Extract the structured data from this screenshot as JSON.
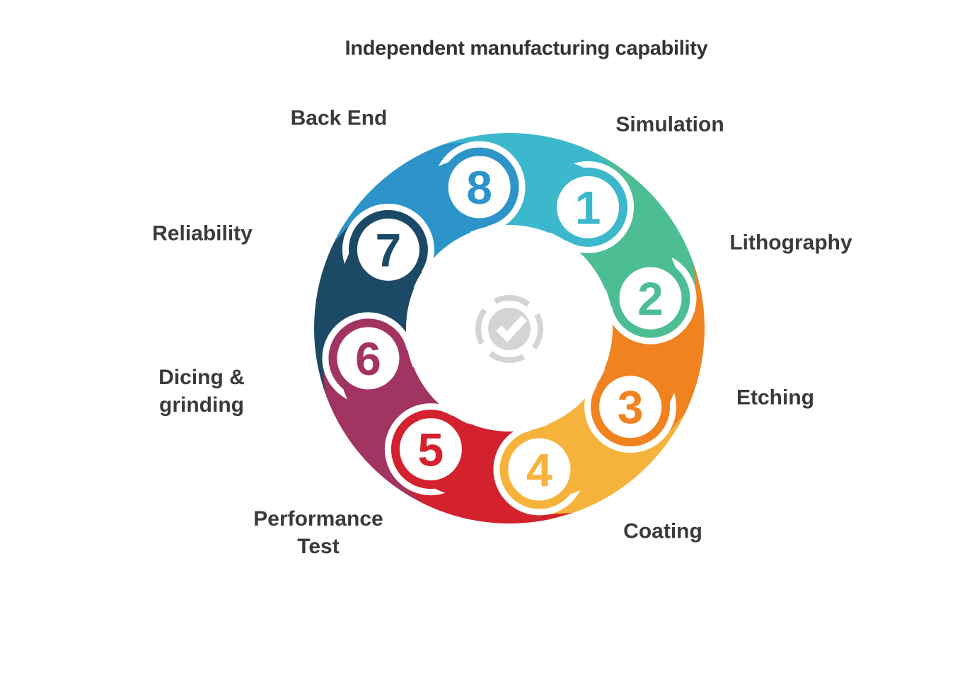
{
  "page": {
    "background": "#ffffff"
  },
  "title": {
    "text": "Independent manufacturing capability",
    "color": "#333333"
  },
  "diagram": {
    "type": "circular-process-ring",
    "steps": 8,
    "direction": "clockwise",
    "label_color": "#3a3a3a",
    "number_circle_fill": "#ffffff",
    "center_icon": {
      "name": "check-badge-icon",
      "color": "#d4d4d4",
      "check_color": "#ffffff"
    },
    "segments": [
      {
        "num": "1",
        "label": "Simulation",
        "color": "#3cb8cd"
      },
      {
        "num": "2",
        "label": "Lithography",
        "color": "#4dbd94"
      },
      {
        "num": "3",
        "label": "Etching",
        "color": "#f08220"
      },
      {
        "num": "4",
        "label": "Coating",
        "color": "#f6b33c"
      },
      {
        "num": "5",
        "label": "Performance\nTest",
        "color": "#d3212e"
      },
      {
        "num": "6",
        "label": "Dicing &\ngrinding",
        "color": "#a23461"
      },
      {
        "num": "7",
        "label": "Reliability",
        "color": "#1c4a66"
      },
      {
        "num": "8",
        "label": "Back End",
        "color": "#2d94c9"
      }
    ]
  }
}
